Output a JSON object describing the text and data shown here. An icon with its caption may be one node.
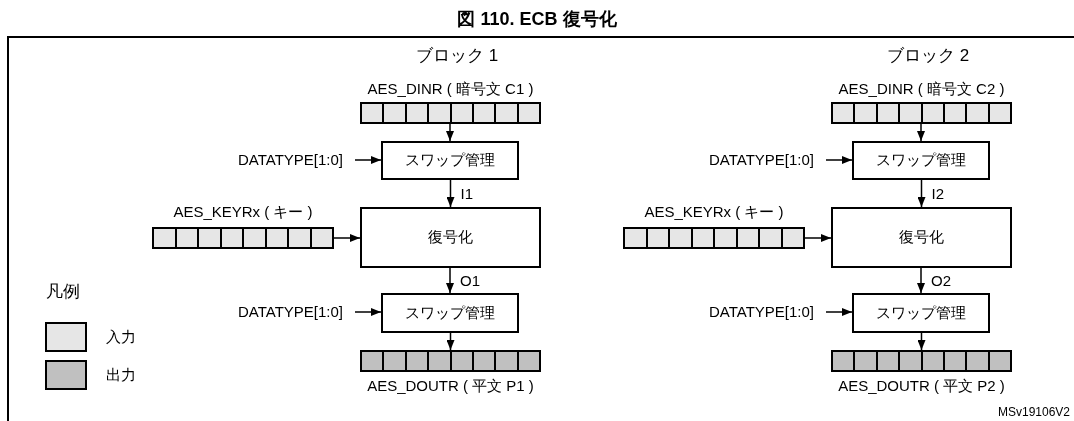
{
  "diagram": {
    "title": "図 110. ECB 復号化",
    "nodes": [
      {
        "text": [
          "AES_DINR ( 暗号文 C1 )"
        ]
      },
      {
        "text": [
          "DATATYPE[1:0]"
        ]
      },
      {
        "text": [
          "スワップ管理"
        ]
      },
      {
        "text": [
          "AES_KEYRx ( キー )"
        ]
      },
      {
        "text": [
          "復号化"
        ]
      },
      {
        "text": [
          "DATATYPE[1:0]"
        ]
      },
      {
        "text": [
          "スワップ管理"
        ]
      },
      {
        "text": [
          "AES_DOUTR ( 平文 P1 )"
        ]
      },
      {
        "text": [
          "AES_DINR ( 暗号文 C2 )"
        ]
      },
      {
        "text": [
          "DATATYPE[1:0]"
        ]
      },
      {
        "text": [
          "スワップ管理"
        ]
      },
      {
        "text": [
          "AES_KEYRx ( キー )"
        ]
      },
      {
        "text": [
          "復号化"
        ]
      },
      {
        "text": [
          "DATATYPE[1:0]"
        ]
      },
      {
        "text": [
          "スワップ管理"
        ]
      },
      {
        "text": [
          "AES_DOUTR ( 平文 P2 )"
        ]
      }
    ],
    "edges": [
      {
        "from": 0,
        "to": 2,
        "arrow": "to"
      },
      {
        "from": 1,
        "to": 2,
        "arrow": "to"
      },
      {
        "from": 2,
        "to": 4,
        "arrow": "to",
        "label": "I1"
      },
      {
        "from": 3,
        "to": 4,
        "arrow": "to"
      },
      {
        "from": 4,
        "to": 6,
        "arrow": "to",
        "label": "O1"
      },
      {
        "from": 5,
        "to": 6,
        "arrow": "to"
      },
      {
        "from": 6,
        "to": 7,
        "arrow": "to"
      },
      {
        "from": 8,
        "to": 10,
        "arrow": "to"
      },
      {
        "from": 9,
        "to": 10,
        "arrow": "to"
      },
      {
        "from": 10,
        "to": 12,
        "arrow": "to",
        "label": "I2"
      },
      {
        "from": 11,
        "to": 12,
        "arrow": "to"
      },
      {
        "from": 12,
        "to": 14,
        "arrow": "to",
        "label": "O2"
      },
      {
        "from": 13,
        "to": 14,
        "arrow": "to"
      },
      {
        "from": 14,
        "to": 15,
        "arrow": "to"
      }
    ],
    "labels": [
      "ブロック 1",
      "ブロック 2",
      "凡例",
      "MSv19106V2"
    ],
    "legend": [
      {
        "text": "入力",
        "color": "#e6e6e6"
      },
      {
        "text": "出力",
        "color": "#c0c0c0"
      }
    ]
  }
}
